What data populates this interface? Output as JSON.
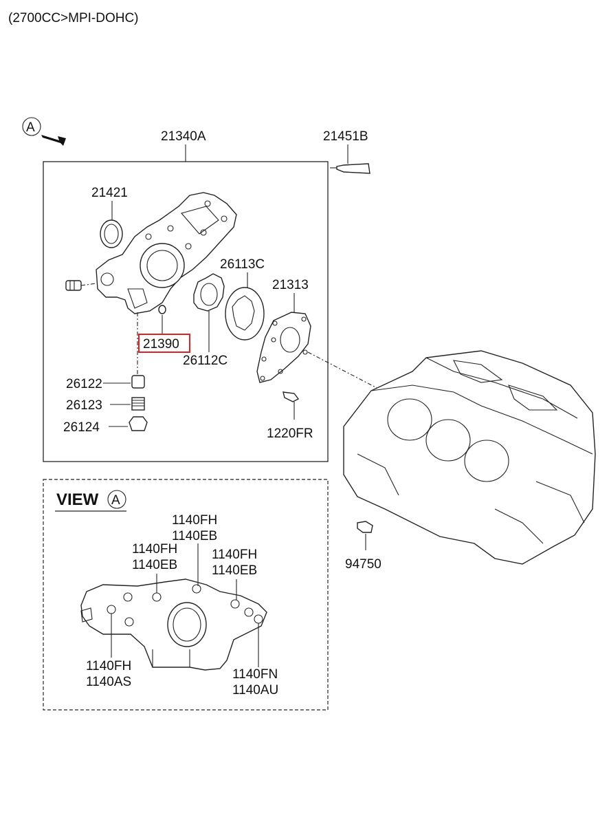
{
  "header": {
    "engine_spec": "(2700CC>MPI-DOHC)"
  },
  "colors": {
    "ink": "#222222",
    "highlight": "#e02020",
    "background": "#ffffff"
  },
  "view_marker": {
    "letter": "A"
  },
  "view_box": {
    "title": "VIEW",
    "letter": "A"
  },
  "labels": {
    "assembly": "21340A",
    "sealant": "21451B",
    "seal_upper": "21421",
    "outer_rotor": "26113C",
    "cover_gasket": "21313",
    "oring_highlighted": "21390",
    "inner_rotor": "26112C",
    "plunger": "26122",
    "spring": "26123",
    "plug": "26124",
    "cover_screw": "1220FR",
    "sensor": "94750"
  },
  "bolts": {
    "top_center_a": "1140FH",
    "top_center_b": "1140EB",
    "top_left_a": "1140FH",
    "top_left_b": "1140EB",
    "top_right_a": "1140FH",
    "top_right_b": "1140EB",
    "bottom_left_a": "1140FH",
    "bottom_left_b": "1140AS",
    "bottom_right_a": "1140FN",
    "bottom_right_b": "1140AU"
  }
}
